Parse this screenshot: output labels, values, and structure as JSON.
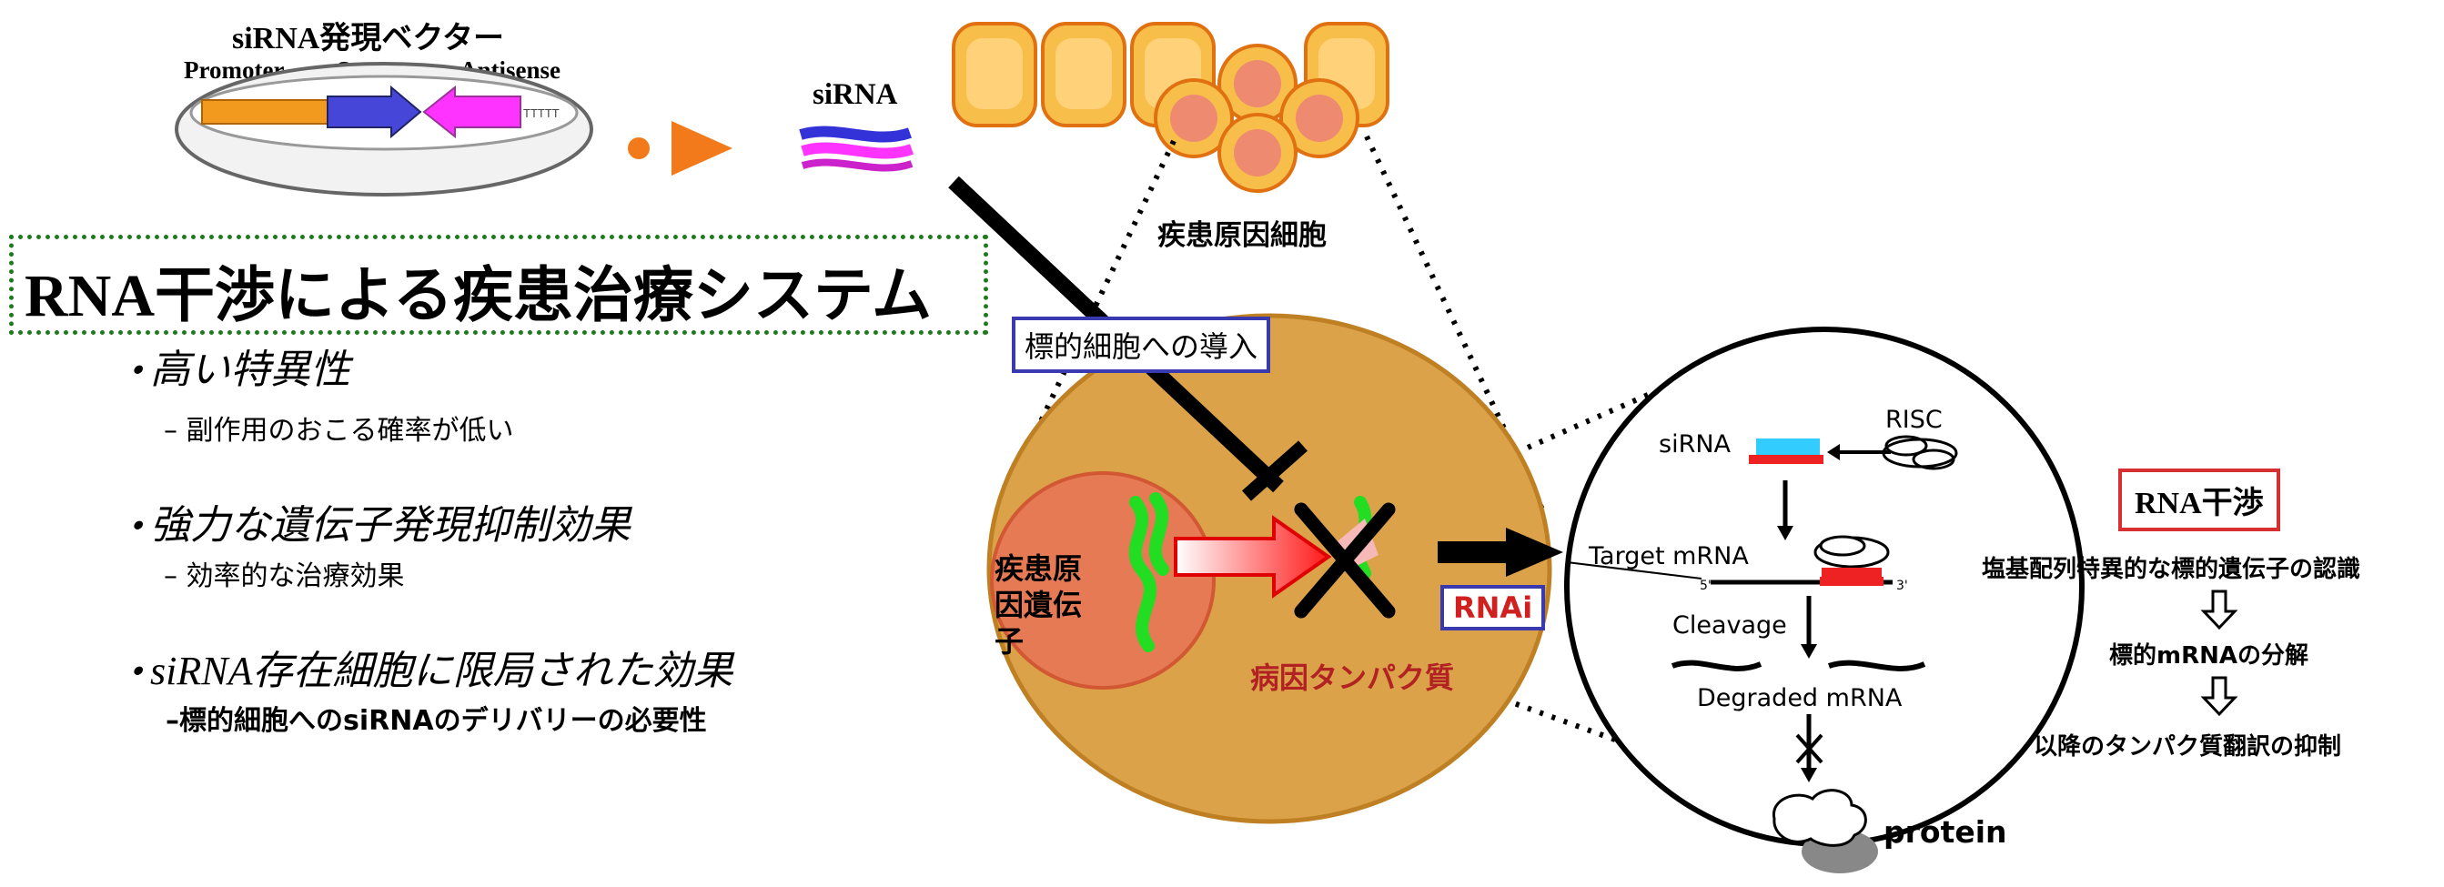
{
  "vector": {
    "title": "siRNA発現ベクター",
    "promoter": "Promoter",
    "sense": "Sense",
    "antisense": "Antisense",
    "terminator": "TTTTT"
  },
  "sirna_label": "siRNA",
  "diseased_cells_label": "疾患原因細胞",
  "main_title": "RNA干渉による疾患治療システム",
  "bullets": [
    {
      "marker": "・",
      "text": "高い特異性",
      "detail": "– 副作用のおこる確率が低い"
    },
    {
      "marker": "・",
      "text": "強力な遺伝子発現抑制効果",
      "detail": "– 効率的な治療効果"
    },
    {
      "marker": "・",
      "text": "siRNA存在細胞に限局された効果",
      "detail": "–標的細胞へのsiRNAのデリバリーの必要性"
    }
  ],
  "delivery_label": "標的細胞への導入",
  "disease_gene_label": "疾患原因遺伝子",
  "disease_protein_label": "病因タンパク質",
  "rnai_label": "RNAi",
  "mechanism": {
    "sirna": "siRNA",
    "risc": "RISC",
    "target": "Target mRNA",
    "five": "5'",
    "three": "3'",
    "cleavage": "Cleavage",
    "degraded": "Degraded mRNA",
    "protein": "protein"
  },
  "steps": {
    "title": "RNA干渉",
    "step1": "塩基配列特異的な標的遺伝子の認識",
    "step2": "標的mRNAの分解",
    "step3": "以降のタンパク質翻訳の抑制"
  },
  "colors": {
    "cell": "#dba24a",
    "nucleus": "#e57a55",
    "promoter": "#f29a1e",
    "sense": "#4646d8",
    "antisense": "#ff33ff",
    "arrow_orange": "#f27a1a",
    "green": "#22dd22",
    "title_border": "#1e7a1e"
  }
}
